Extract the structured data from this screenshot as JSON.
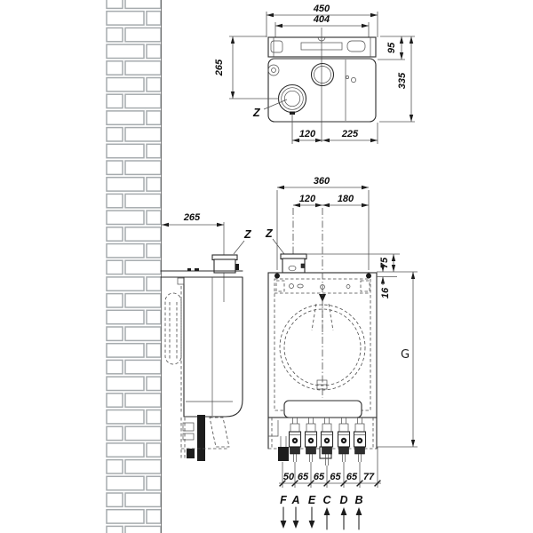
{
  "drawing": {
    "kind": "wall-hung boiler installation dimension drawing",
    "unit": "mm"
  },
  "top_view": {
    "overall_width": "450",
    "casing_width": "404",
    "rear_to_flue": "265",
    "bracket_depth": "95",
    "overall_depth": "335",
    "flue_offset": "120",
    "flue_to_front": "225",
    "flue_mark": "Z"
  },
  "side_view": {
    "wall_to_flue": "265",
    "flue_mark": "Z"
  },
  "front_view": {
    "overall_width": "360",
    "flue_offset": "120",
    "flue_to_side": "180",
    "collar_height": "75",
    "top_edge": "16",
    "height_ref": "G",
    "flue_mark": "Z"
  },
  "connections": {
    "spacings": [
      "50",
      "65",
      "65",
      "65",
      "65",
      "77"
    ],
    "ports": [
      {
        "letter": "F",
        "flow": "down"
      },
      {
        "letter": "A",
        "flow": "down"
      },
      {
        "letter": "E",
        "flow": "down"
      },
      {
        "letter": "C",
        "flow": "up"
      },
      {
        "letter": "D",
        "flow": "up"
      },
      {
        "letter": "B",
        "flow": "up"
      }
    ]
  }
}
